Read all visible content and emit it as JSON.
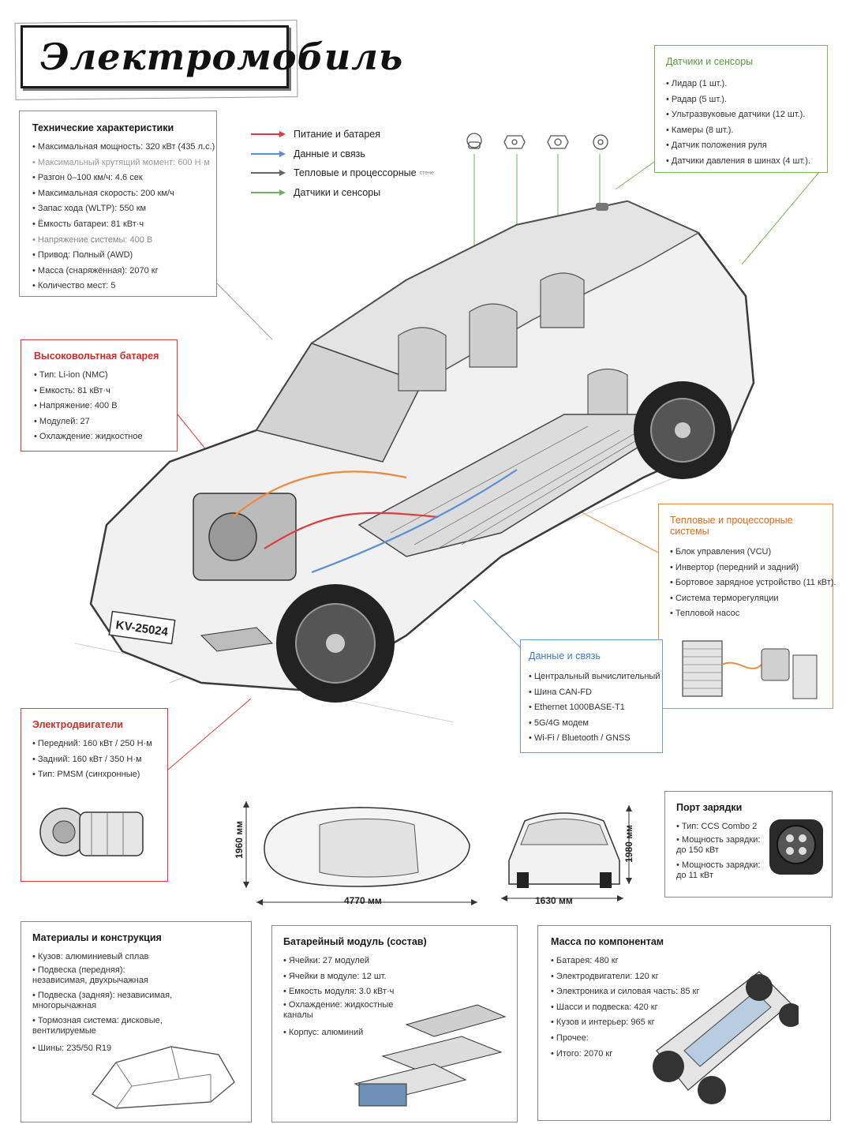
{
  "title": "Электромобиль",
  "colors": {
    "power": "#e23a3a",
    "data": "#5a8fd0",
    "thermal": "#666666",
    "sensors": "#6db35a",
    "thermal_panel": "#ef8a3c"
  },
  "legend": [
    {
      "label": "Питание и батарея",
      "color": "#e23a3a"
    },
    {
      "label": "Данные и связь",
      "color": "#5a8fd0"
    },
    {
      "label": "Тепловые и процессорные",
      "suffix": "стене",
      "color": "#666666"
    },
    {
      "label": "Датчики и сенсоры",
      "color": "#6db35a"
    }
  ],
  "specs": {
    "title": "Технические характеристики",
    "items": [
      "Максимальная мощность: 320 кВт (435 л.с.)",
      "Максимальный крутящий момент: 600 Н·м",
      "Разгон 0–100 км/ч: 4.6 сек",
      "Максимальная скорость: 200 км/ч",
      "Запас хода (WLTP): 550 км",
      "Ёмкость батареи: 81 кВт·ч",
      "Напряжение системы: 400 В",
      "Привод: Полный (AWD)",
      "Масса (снаряжённая): 2070 кг",
      "Количество мест: 5"
    ]
  },
  "battery": {
    "title": "Высоковольтная батарея",
    "items": [
      "Тип: Li-ion (NMC)",
      "Емкость: 81 кВт·ч",
      "Напряжение: 400 В",
      "Модулей: 27",
      "Охлаждение: жидкостное"
    ]
  },
  "sensors": {
    "title": "Датчики и сенсоры",
    "items": [
      "Лидар (1 шт.).",
      "Радар (5 шт.).",
      "Ультразвуковые датчики (12 шт.).",
      "Камеры (8 шт.).",
      "Датчик положения руля",
      "Датчики давления в шинах (4 шт.)."
    ]
  },
  "thermal": {
    "title": "Тепловые и процессорные системы",
    "items": [
      "Блок управления (VCU)",
      "Инвертор (передний и задний)",
      "Бортовое зарядное устройство (11 кВт).",
      "Система терморегуляции",
      "Тепловой насос"
    ]
  },
  "data_comm": {
    "title": "Данные и связь",
    "items": [
      "Центральный вычислительный",
      "Шина CAN-FD",
      "Ethernet 1000BASE-T1",
      "5G/4G модем",
      "Wi-Fi / Bluetooth / GNSS"
    ]
  },
  "motors": {
    "title": "Электродвигатели",
    "items": [
      "Передний: 160 кВт / 250 Н·м",
      "Задний: 160 кВт / 350 Н·м",
      "Тип: PMSM (синхронные)"
    ]
  },
  "dimensions": {
    "length": "4770 мм",
    "width": "1630 мм",
    "height_side": "1960 мм",
    "height_front": "1980 мм"
  },
  "plate": "KV-25024",
  "charge_port": {
    "title": "Порт зарядки",
    "items": [
      "Тип: CCS Combo 2",
      "Мощность зарядки: до 150 кВт",
      "Мощность зарядки: до 11 кВт"
    ]
  },
  "materials": {
    "title": "Материалы и конструкция",
    "items": [
      "Кузов: алюминиевый сплав",
      "Подвеска (передняя): независимая, двухрычажная",
      "Подвеска (задняя): независимая, многорычажная",
      "Тормозная система: дисковые, вентилируемые",
      "Шины: 235/50 R19"
    ]
  },
  "battery_module": {
    "title": "Батарейный модуль (состав)",
    "items": [
      "Ячейки: 27 модулей",
      "Ячейки в модуле: 12 шт.",
      "Емкость модуля: 3.0 кВт·ч",
      "Охлаждение: жидкостные каналы",
      "Корпус: алюминий"
    ]
  },
  "mass": {
    "title": "Масса по компонентам",
    "items": [
      "Батарея: 480 кг",
      "Электродвигатели: 120 кг",
      "Электроника и силовая часть: 85 кг",
      "Шасси и подвеска: 420 кг",
      "Кузов и интерьер: 965 кг",
      "Прочее:",
      "Итого: 2070 кг"
    ]
  }
}
